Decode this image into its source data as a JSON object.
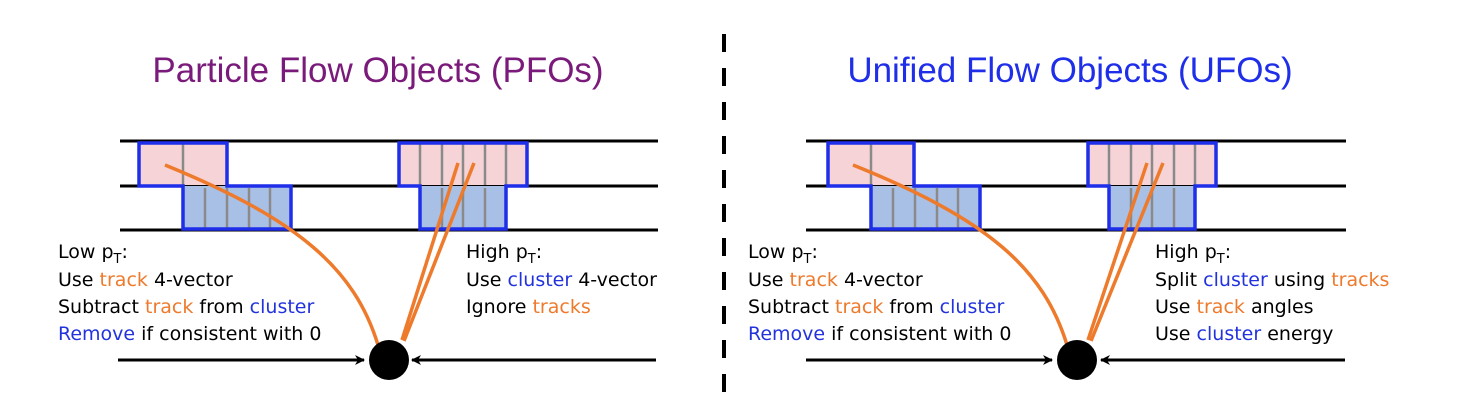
{
  "colors": {
    "pfo_title": "#7a1a7a",
    "ufo_title": "#1f2ee8",
    "track": "#ee7a2c",
    "cluster_text": "#2233dd",
    "cluster_border": "#1f2ee8",
    "pink_fill": "#f6d3d6",
    "blue_fill": "#a9c0e6",
    "cell_line": "#8a8a8a",
    "black": "#000000"
  },
  "left": {
    "title": "Particle Flow Objects (PFOs)",
    "low": {
      "header_prefix": "Low p",
      "header_sub": "T",
      "header_suffix": ":",
      "line1": {
        "a": "Use ",
        "b": "track",
        "c": " 4-vector"
      },
      "line2": {
        "a": "Subtract ",
        "b": "track",
        "c": " from ",
        "d": "cluster"
      },
      "line3": {
        "a": "Remove",
        "b": " if consistent with 0"
      }
    },
    "high": {
      "header_prefix": "High p",
      "header_sub": "T",
      "header_suffix": ":",
      "line1": {
        "a": "Use ",
        "b": "cluster",
        "c": " 4-vector"
      },
      "line2": {
        "a": "Ignore ",
        "b": "tracks"
      }
    }
  },
  "right": {
    "title": "Unified Flow Objects (UFOs)",
    "low": {
      "header_prefix": "Low p",
      "header_sub": "T",
      "header_suffix": ":",
      "line1": {
        "a": "Use ",
        "b": "track",
        "c": " 4-vector"
      },
      "line2": {
        "a": "Subtract ",
        "b": "track",
        "c": " from ",
        "d": "cluster"
      },
      "line3": {
        "a": "Remove",
        "b": " if consistent with 0"
      }
    },
    "high": {
      "header_prefix": "High p",
      "header_sub": "T",
      "header_suffix": ":",
      "line1": {
        "a": "Split ",
        "b": "cluster",
        "c": " using ",
        "d": "tracks"
      },
      "line2": {
        "a": "Use ",
        "b": "track",
        "c": " angles"
      },
      "line3": {
        "a": "Use ",
        "b": "cluster",
        "c": " energy"
      }
    }
  }
}
